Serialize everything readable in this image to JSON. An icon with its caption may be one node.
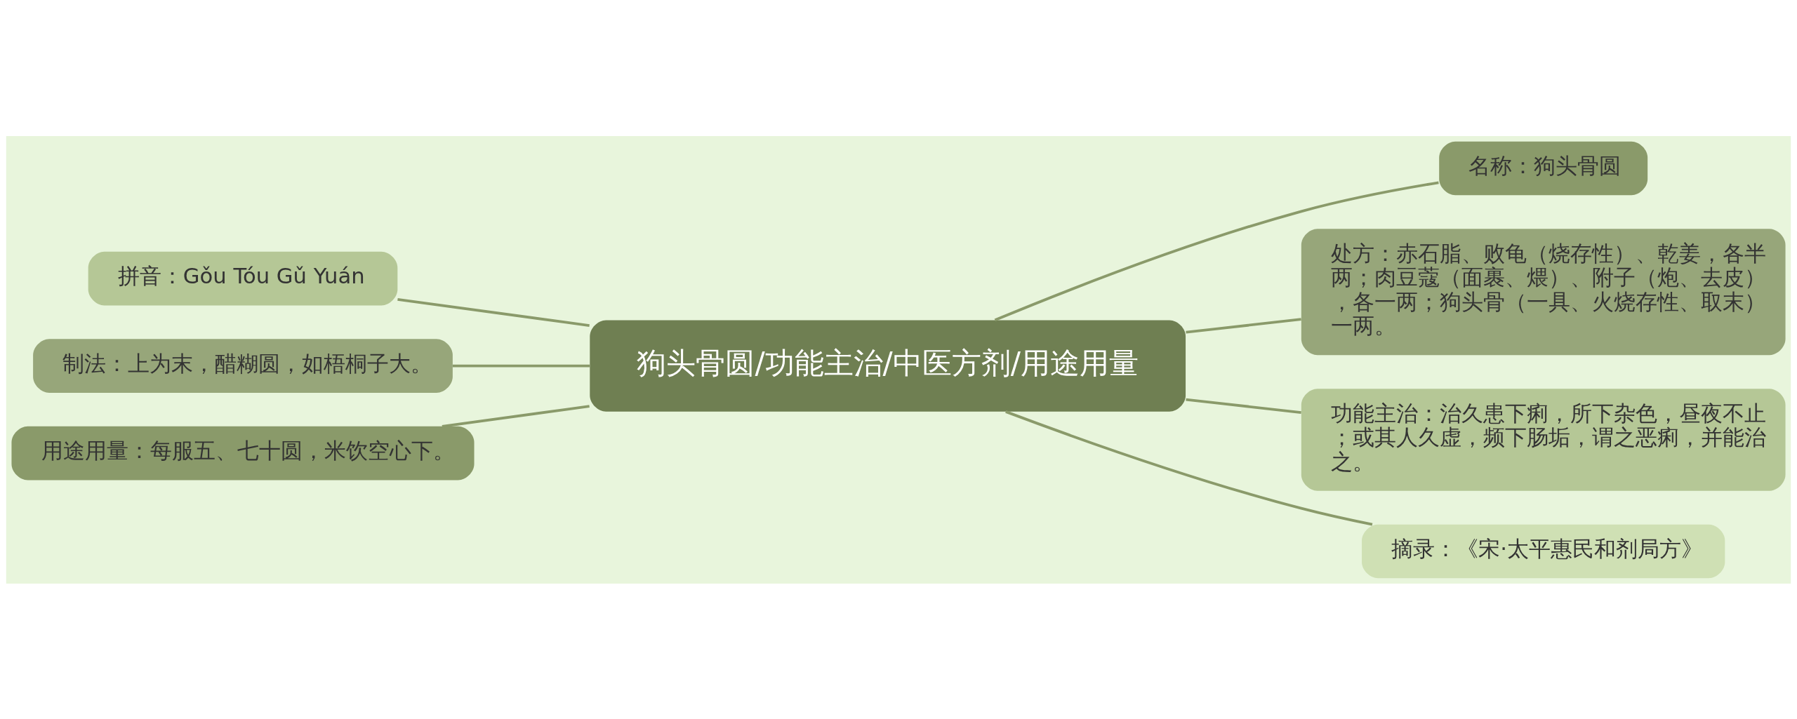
{
  "diagram": {
    "nodes": [
      {
        "text": [
          "狗头骨圆/功能主治/中医方剂/用途用量"
        ]
      },
      {
        "text": [
          "名称：狗头骨圆"
        ]
      },
      {
        "text": [
          "拼音：Gǒu Tóu Gǔ Yuán"
        ]
      },
      {
        "text": [
          "处方：赤石脂、败龟（烧存性）、乾姜，各半两；肉豆蔻（面裹、煨）、附子（炮、去皮），各一两；狗头骨（一具、火烧存性、取末）一两。"
        ]
      },
      {
        "text": [
          "制法：上为末，醋糊圆，如梧桐子大。"
        ]
      },
      {
        "text": [
          "功能主治：治久患下痢，所下杂色，昼夜不止；或其人久虚，频下肠垢，谓之恶痢，并能治之。"
        ]
      },
      {
        "text": [
          "用途用量：每服五、七十圆，米饮空心下。"
        ]
      },
      {
        "text": [
          "摘录：《宋·太平惠民和剂局方》"
        ]
      }
    ],
    "edges": [
      {
        "from": 0,
        "to": 1,
        "arrow": "none"
      },
      {
        "from": 2,
        "to": 0,
        "arrow": "none"
      },
      {
        "from": 0,
        "to": 3,
        "arrow": "none"
      },
      {
        "from": 4,
        "to": 0,
        "arrow": "none"
      },
      {
        "from": 0,
        "to": 5,
        "arrow": "none"
      },
      {
        "from": 6,
        "to": 0,
        "arrow": "none"
      },
      {
        "from": 0,
        "to": 7,
        "arrow": "none"
      }
    ]
  }
}
